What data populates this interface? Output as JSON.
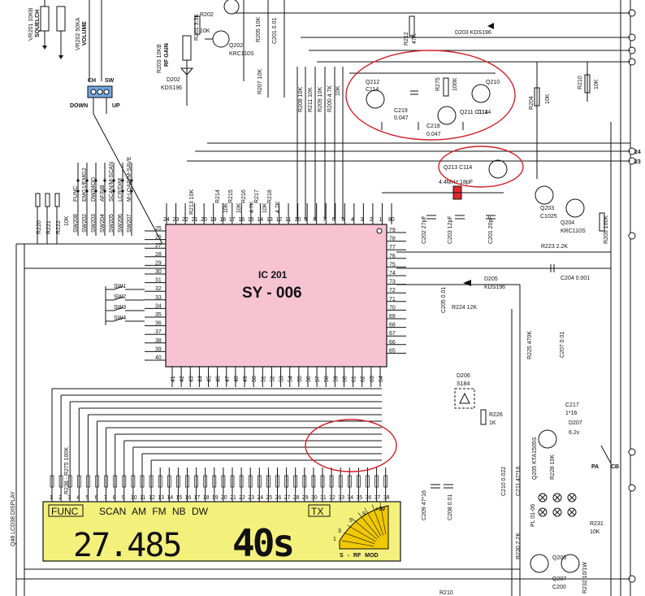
{
  "ic": {
    "name": "IC 201",
    "part": "SY - 006"
  },
  "switches_top": [
    {
      "ref": "SW208",
      "fn": "FUNC"
    },
    {
      "ref": "SW202",
      "fn": "EMG1/EMG2"
    },
    {
      "ref": "SW203",
      "fn": "DW/MOD"
    },
    {
      "ref": "SW204",
      "fn": "AF/NB"
    },
    {
      "ref": "SW205",
      "fn": "SCAN/M-SCAN"
    },
    {
      "ref": "SW206",
      "fn": "LCR/DIM"
    },
    {
      "ref": "SW207",
      "fn": "M-LOAD/M-SAVE"
    }
  ],
  "switches_side": [
    "SW1",
    "SW2",
    "SW3",
    "SW4"
  ],
  "pins_top": [
    "24",
    "23",
    "22",
    "21",
    "20",
    "19",
    "18",
    "17",
    "16",
    "15",
    "14",
    "13",
    "12",
    "11",
    "10",
    "9",
    "8",
    "7",
    "6",
    "5",
    "4",
    "3",
    "2",
    "1",
    "80"
  ],
  "pins_left": [
    "25",
    "26",
    "27",
    "28",
    "29",
    "30",
    "31",
    "32",
    "33",
    "34",
    "35",
    "36",
    "37",
    "38",
    "39",
    "40"
  ],
  "pins_right": [
    "79",
    "78",
    "77",
    "76",
    "75",
    "74",
    "73",
    "72",
    "71",
    "70",
    "69",
    "68",
    "67",
    "66",
    "65"
  ],
  "pins_bottom": [
    "41",
    "42",
    "43",
    "44",
    "45",
    "46",
    "47",
    "48",
    "49",
    "50",
    "51",
    "52",
    "53",
    "54",
    "55",
    "56",
    "57",
    "58",
    "59",
    "60",
    "61",
    "62",
    "63",
    "64"
  ],
  "lcd": {
    "model": "Q48 LCD38 DISPLAY",
    "func": "FUNC",
    "modes": "SCAN AM FM NB DW",
    "tx": "TX",
    "freq": "27.485",
    "channel": "40s",
    "meter_label": "S - RF  MOD",
    "meter_max": "+30",
    "meter_ticks": [
      "1",
      "3",
      "5",
      "9"
    ],
    "pin_numbers": [
      "1",
      "2",
      "3",
      "4",
      "5",
      "6",
      "7",
      "8",
      "9",
      "10",
      "11",
      "12",
      "13",
      "14",
      "15",
      "16",
      "17",
      "18",
      "19",
      "20",
      "21",
      "22",
      "23",
      "24",
      "25",
      "26",
      "27",
      "28",
      "29",
      "30",
      "31",
      "32",
      "33",
      "34",
      "35",
      "36",
      "37",
      "38"
    ]
  },
  "channel_switch": {
    "ch": "CH",
    "sw": "SW",
    "down": "DOWN",
    "up": "UP"
  },
  "components": {
    "vr201": "VR201 10KB",
    "squelch": "SQUELCH",
    "vr202": "VR202 50KA",
    "volume": "VOLUME",
    "r201": "R201 3.3K",
    "r202": "R202",
    "r202v": "10K",
    "q202": "Q202",
    "q202p": "KRC110S",
    "r203": "R203 10KB",
    "rfgain": "RF GAIN",
    "d202": "D202",
    "d202p": "KDS196",
    "r205a": "R205 10K",
    "c201": "C201 0.01",
    "r212": "R212",
    "r212v": "47K",
    "d203": "D203 KDS196",
    "q212": "Q212",
    "q212p": "C114",
    "c219": "C219",
    "c219v": "0.047",
    "r275": "R275",
    "r275v": "100K",
    "q210": "Q210",
    "q211": "Q211 C114",
    "c218": "C218",
    "c218v": "0.047",
    "q210p": "C114",
    "r204": "R204",
    "r204v": "10K",
    "r210": "R210",
    "r210v": "10K",
    "r207": "R207 10K",
    "r208": "R208 10K",
    "r211": "R211 10K",
    "r209": "R209 10K",
    "r200": "R200 4.7K",
    "r200b": "10K",
    "q213": "Q213 C114",
    "x201": "4.4MHz 18pF",
    "q203": "Q203",
    "q203p": "C1025",
    "q204": "Q204",
    "q204p": "KRC110S",
    "r205b": "R205 100K",
    "c202": "C202 27pF",
    "c203": "C203 12pF",
    "c201b": "C201 20pF",
    "r223": "R223 2.2K",
    "c204": "C204 0.001",
    "d205": "D205",
    "d205p": "KDS196",
    "c205": "C205 0.01",
    "r224": "R224 12K",
    "r225": "R225 470K",
    "c207": "C207 0.01",
    "r220": "R220",
    "r221": "R221",
    "r222": "R222",
    "r22v": "10K",
    "r213": "R213 10K",
    "r214": "R214",
    "r215": "R215",
    "r216": "R216",
    "r217": "R217",
    "r218": "R218",
    "r214v": "10K",
    "r215v": "10K",
    "r216v": "4.7K",
    "r217v": "10K",
    "r218v": "4.7K",
    "rlcd": "R238 - R275  100K",
    "d206": "D206",
    "d206p": "S184",
    "r226": "R226",
    "r226v": "1K",
    "c217": "C217",
    "c217v": "1*16",
    "d207": "D207",
    "d207v": "6.2v",
    "q205": "Q205 KTA1505S",
    "r228": "R228 10K",
    "c210": "C210 0.022",
    "c211": "C211 47*16",
    "c209": "C209 47*16",
    "c208": "C208 0.01",
    "pa": "PA",
    "cb": "CB",
    "pl": "PL 01-06",
    "r231": "R231",
    "r231v": "10K",
    "r230": "R230 2.2K",
    "q206": "Q206",
    "q207": "Q207",
    "c200": "C200",
    "r232": "R232 10/1W",
    "r210b": "R210",
    "conn24": "24",
    "conn23": "23"
  }
}
